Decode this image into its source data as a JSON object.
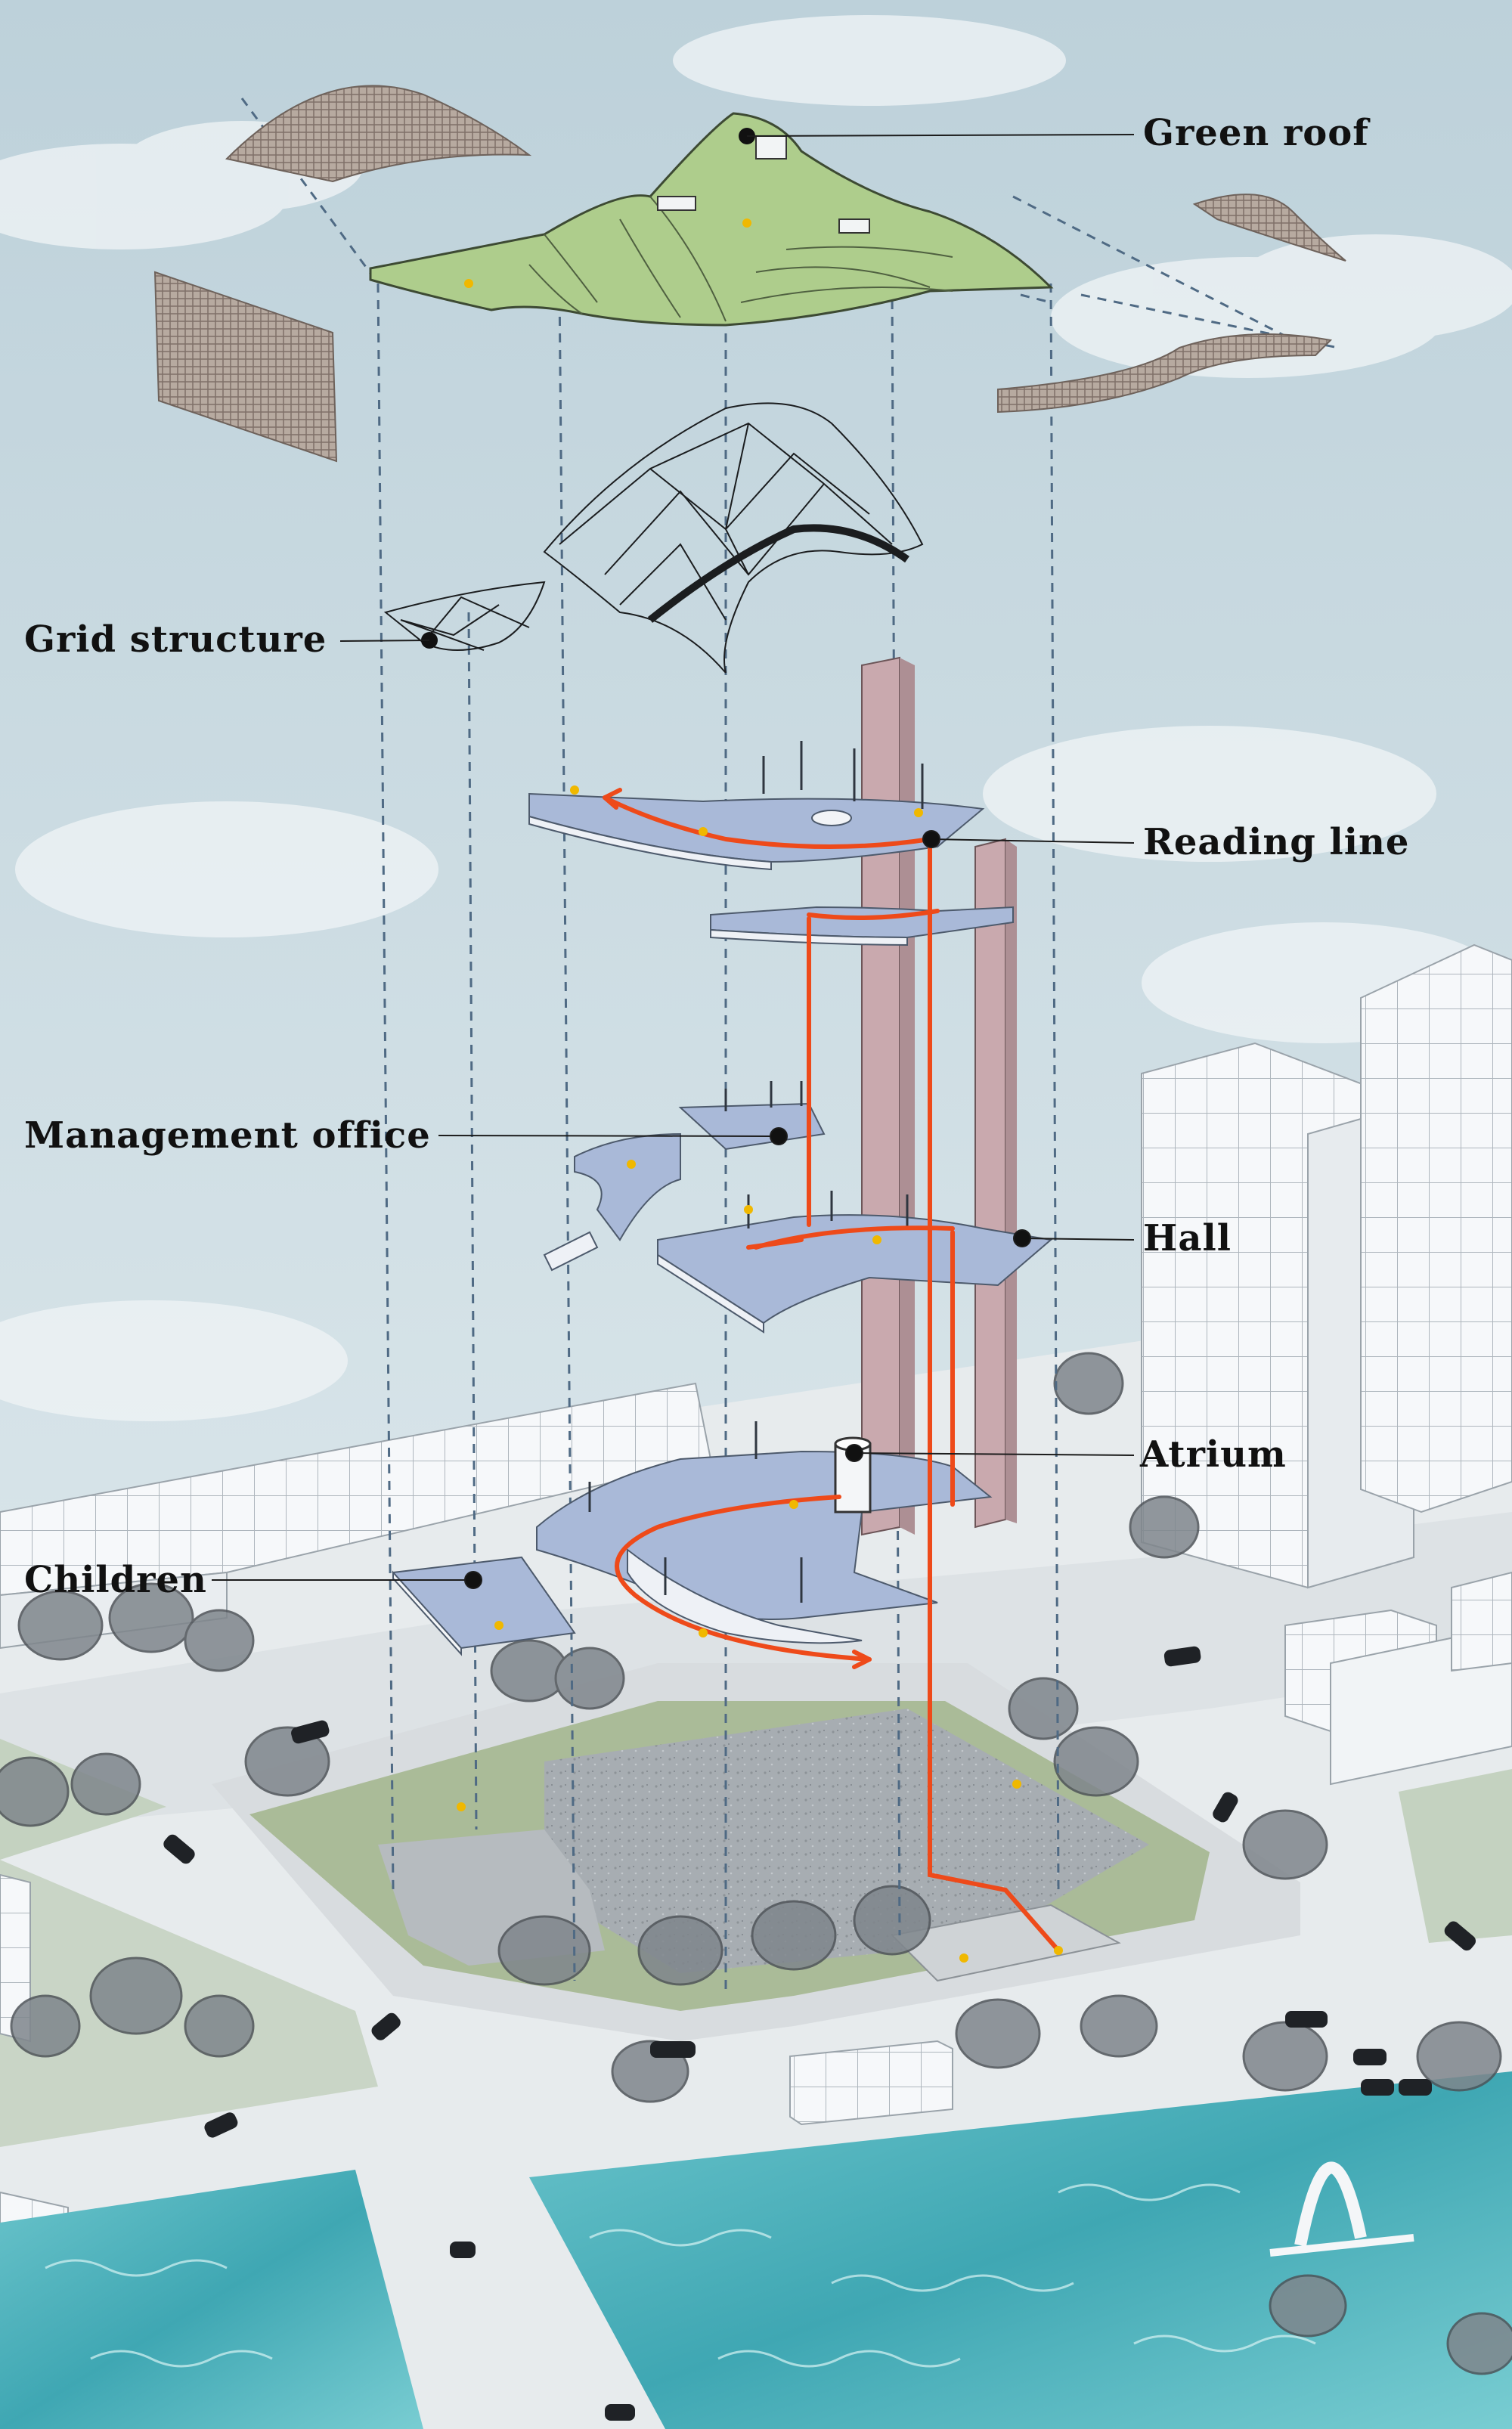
{
  "labels": {
    "green_roof": "Green roof",
    "grid_structure": "Grid structure",
    "reading_line": "Reading line",
    "management_office": "Management office",
    "hall": "Hall",
    "atrium": "Atrium",
    "children": "Children"
  },
  "colors": {
    "sky": "#c9dbe3",
    "roof_green": "#a9c98a",
    "floor_slab": "#a9b9d8",
    "core_tower": "#c9a9ae",
    "reading_line": "#ee4a1a",
    "water": "#4fb3bd",
    "road": "#e4e8ea",
    "park": "#a9b99a",
    "plaza": "#9fa4a8",
    "building": "#f4f6f8"
  }
}
